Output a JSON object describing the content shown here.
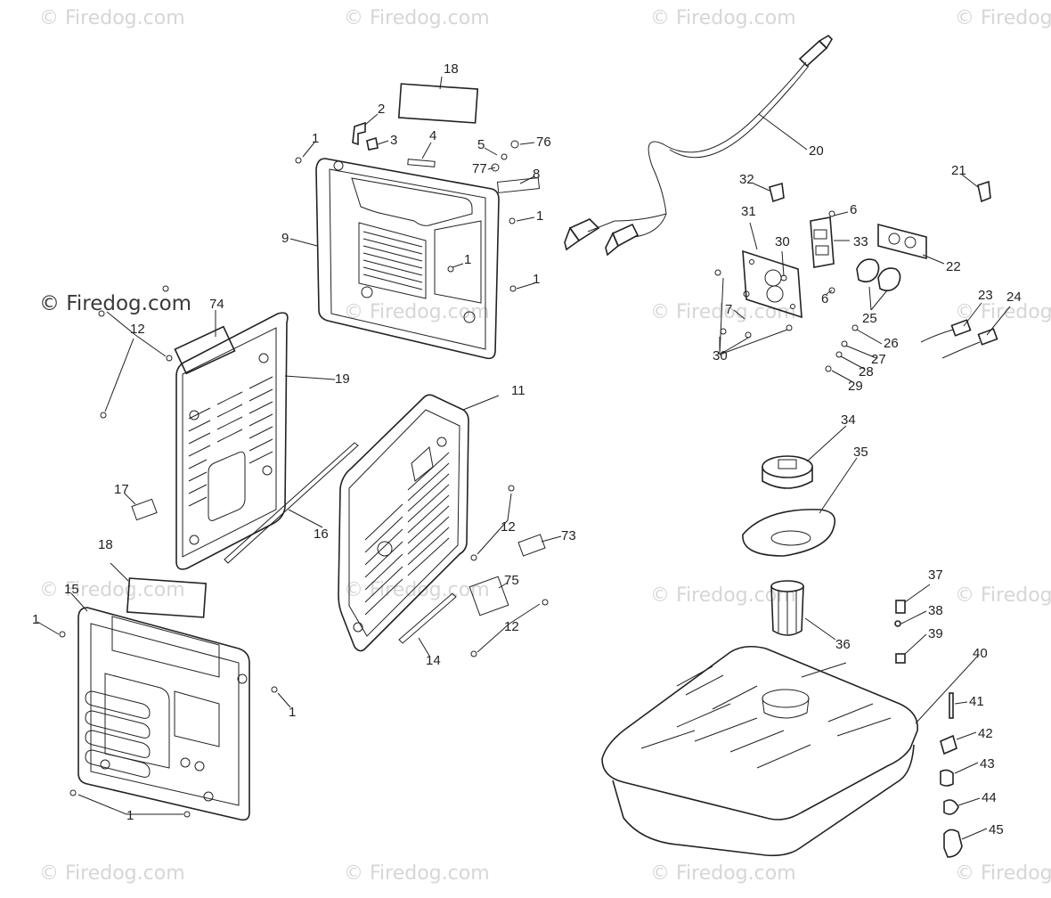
{
  "watermark": "© Firedog.com",
  "callouts": {
    "c1a": "1",
    "c1b": "1",
    "c1c": "1",
    "c1d": "1",
    "c1e": "1",
    "c1f": "1",
    "c1g": "1",
    "c2": "2",
    "c3": "3",
    "c4": "4",
    "c5": "5",
    "c6a": "6",
    "c6b": "6",
    "c7": "7",
    "c8": "8",
    "c9": "9",
    "c11": "11",
    "c12a": "12",
    "c12b": "12",
    "c12c": "12",
    "c14": "14",
    "c15": "15",
    "c16": "16",
    "c17": "17",
    "c18a": "18",
    "c18b": "18",
    "c19": "19",
    "c20": "20",
    "c21": "21",
    "c22": "22",
    "c23": "23",
    "c24": "24",
    "c25": "25",
    "c26": "26",
    "c27": "27",
    "c28": "28",
    "c29": "29",
    "c30a": "30",
    "c30b": "30",
    "c31": "31",
    "c32": "32",
    "c33": "33",
    "c34": "34",
    "c35": "35",
    "c36": "36",
    "c37": "37",
    "c38": "38",
    "c39": "39",
    "c40": "40",
    "c41": "41",
    "c42": "42",
    "c43": "43",
    "c44": "44",
    "c45": "45",
    "c73": "73",
    "c74": "74",
    "c75": "75",
    "c76": "76",
    "c77": "77"
  }
}
